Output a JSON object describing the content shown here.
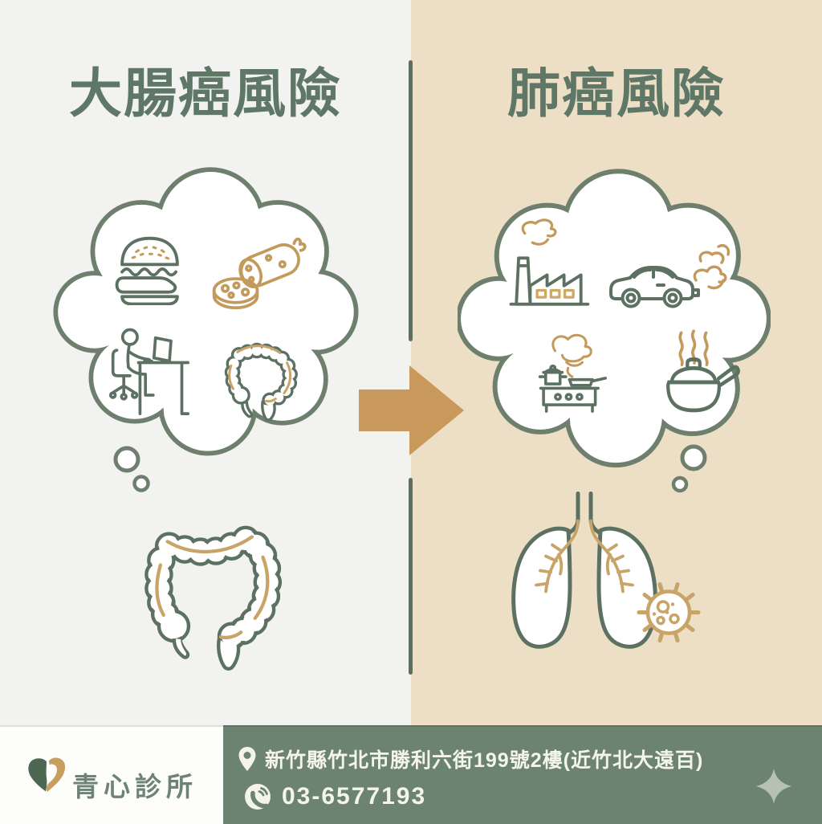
{
  "left_panel": {
    "title": "大腸癌風險",
    "theme": "colorectal cancer risk factors",
    "bubble_icons": [
      "hamburger",
      "processed-sausage",
      "sedentary-desk-work",
      "intestine"
    ],
    "organ_illustration": "large-intestine-colon"
  },
  "right_panel": {
    "title": "肺癌風險",
    "theme": "lung cancer risk factors",
    "bubble_icons": [
      "factory-smoke",
      "car-exhaust",
      "stove-cooking-fumes",
      "steaming-pot"
    ],
    "organ_illustration": "lungs-with-cancer-cell"
  },
  "arrow": {
    "meaning": "left-compared-to-right",
    "direction": "right"
  },
  "footer": {
    "clinic_name": "青心診所",
    "address": "新竹縣竹北市勝利六街199號2樓(近竹北大遠百)",
    "phone": "03-6577193",
    "icons": [
      "heart-logo",
      "location-pin",
      "phone-handset",
      "sparkle"
    ]
  },
  "colors": {
    "left_background": "#f2f3f1",
    "right_background": "#ecdfc6",
    "title_green": "#5e7767",
    "line_green": "#5d7163",
    "bubble_outline": "#6e7f6d",
    "accent_tan": "#c29a5c",
    "arrow_tan": "#c9995c",
    "footer_green": "#6b8370",
    "footer_text": "#f4f4ec",
    "logo_green": "#4e6752",
    "logo_tan": "#c69f60",
    "sparkle": "#b6c1b3"
  }
}
